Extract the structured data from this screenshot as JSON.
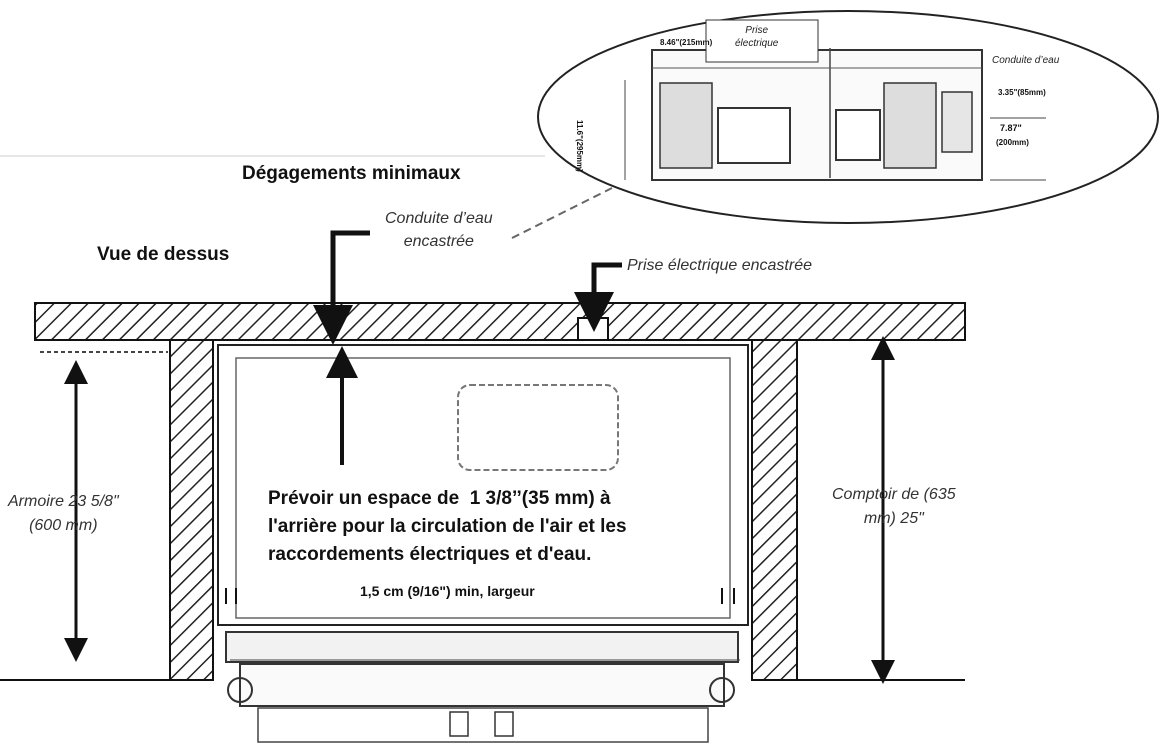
{
  "title": "Dégagements minimaux",
  "view_label": "Vue de dessus",
  "water_line_label": "Conduite d’eau\nencastrée",
  "outlet_label": "Prise électrique encastrée",
  "cabinet_label": "Armoire 23 5/8\"\n(600 mm)",
  "counter_label": "Comptoir de (635\nmm) 25\"",
  "rear_space_note": "Prévoir un espace de  1 3/8’’(35 mm) à\nl'arrière pour la circulation de l'air et les\nraccordements électriques et d'eau.",
  "side_gap_note": "1,5 cm (9/16\") min, largeur",
  "inset": {
    "outlet_label": "Prise\nélectrique",
    "water_line_label": "Conduite d’eau",
    "dim_top_left": "8.46\"(215mm)",
    "dim_height": "11.6\"(295mm)",
    "dim_right_upper": "3.35\"(85mm)",
    "dim_right_lower_value": "7.87\"",
    "dim_right_lower_mm": "(200mm)"
  },
  "colors": {
    "line": "#1a1a1a",
    "hatch": "#222222",
    "background": "#ffffff"
  }
}
